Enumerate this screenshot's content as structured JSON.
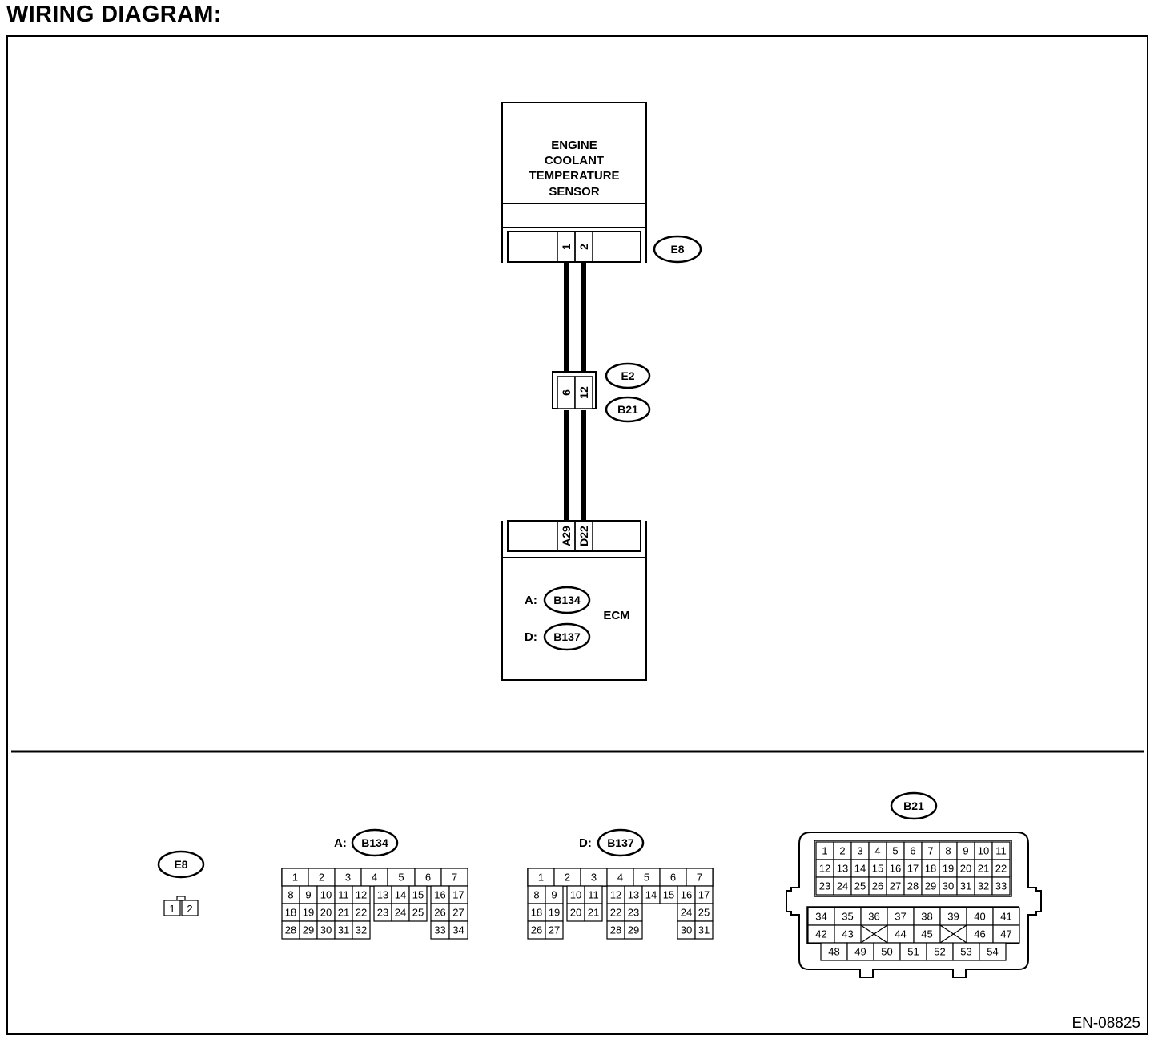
{
  "heading": "WIRING DIAGRAM:",
  "document_code": "EN-08825",
  "sensor": {
    "title_lines": [
      "ENGINE",
      "COOLANT",
      "TEMPERATURE",
      "SENSOR"
    ],
    "connector": "E8",
    "pins": [
      "1",
      "2"
    ]
  },
  "joint_connector": {
    "labels": [
      "E2",
      "B21"
    ],
    "pins": [
      "6",
      "12"
    ]
  },
  "ecm": {
    "label": "ECM",
    "pins": [
      "A29",
      "D22"
    ],
    "connectors": [
      {
        "prefix": "A:",
        "id": "B134"
      },
      {
        "prefix": "D:",
        "id": "B137"
      }
    ]
  },
  "connector_views": {
    "e8": {
      "label": "E8",
      "pins": [
        "1",
        "2"
      ]
    },
    "b134": {
      "prefix": "A:",
      "label": "B134",
      "rows": [
        [
          "1",
          "2",
          "3",
          "4",
          "5",
          "6",
          "7"
        ],
        [
          "8",
          "9",
          "10",
          "11",
          "12",
          "13",
          "14",
          "15",
          "16",
          "17"
        ],
        [
          "18",
          "19",
          "20",
          "21",
          "22",
          "23",
          "24",
          "25",
          "26",
          "27"
        ],
        [
          "28",
          "29",
          "30",
          "31",
          "32",
          "33",
          "34"
        ]
      ]
    },
    "b137": {
      "prefix": "D:",
      "label": "B137",
      "rows": [
        [
          "1",
          "2",
          "3",
          "4",
          "5",
          "6",
          "7"
        ],
        [
          "8",
          "9",
          "10",
          "11",
          "12",
          "13",
          "14",
          "15",
          "16",
          "17"
        ],
        [
          "18",
          "19",
          "20",
          "21",
          "22",
          "23",
          "24",
          "25"
        ],
        [
          "26",
          "27",
          "28",
          "29",
          "30",
          "31"
        ]
      ]
    },
    "b21": {
      "label": "B21",
      "rows": [
        [
          "1",
          "2",
          "3",
          "4",
          "5",
          "6",
          "7",
          "8",
          "9",
          "10",
          "11"
        ],
        [
          "12",
          "13",
          "14",
          "15",
          "16",
          "17",
          "18",
          "19",
          "20",
          "21",
          "22"
        ],
        [
          "23",
          "24",
          "25",
          "26",
          "27",
          "28",
          "29",
          "30",
          "31",
          "32",
          "33"
        ],
        [
          "34",
          "35",
          "36",
          "37",
          "38",
          "39",
          "40",
          "41"
        ],
        [
          "42",
          "43",
          "44",
          "45",
          "46",
          "47"
        ],
        [
          "48",
          "49",
          "50",
          "51",
          "52",
          "53",
          "54"
        ]
      ]
    }
  }
}
